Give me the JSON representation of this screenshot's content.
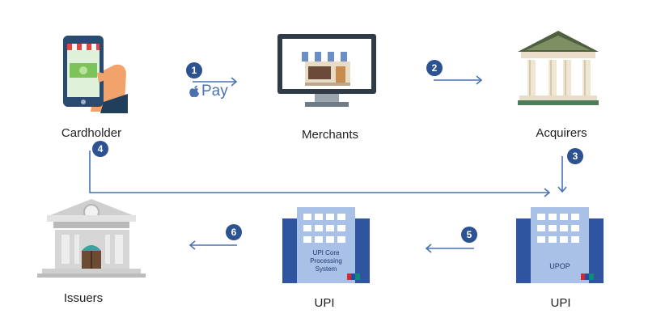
{
  "colors": {
    "badge": "#2d5291",
    "arrow": "#4a72b0",
    "building_dark": "#2f55a0",
    "building_light": "#a9c1e6"
  },
  "nodes": {
    "cardholder": {
      "label": "Cardholder",
      "icon": "phone-payment-icon"
    },
    "merchants": {
      "label": "Merchants",
      "icon": "storefront-monitor-icon"
    },
    "acquirers": {
      "label": "Acquirers",
      "icon": "bank-columns-icon"
    },
    "issuers": {
      "label": "Issuers",
      "icon": "bank-building-icon"
    },
    "upi": {
      "label": "UPI",
      "inner_text": "UPI Core Processing System",
      "icon": "office-building-icon"
    },
    "upop": {
      "label": "UPI",
      "inner_text": "UPOP",
      "icon": "office-building-icon"
    }
  },
  "steps": [
    "1",
    "2",
    "3",
    "4",
    "5",
    "6"
  ],
  "payment_method": {
    "text": "Pay",
    "icon": "apple-logo-icon"
  }
}
